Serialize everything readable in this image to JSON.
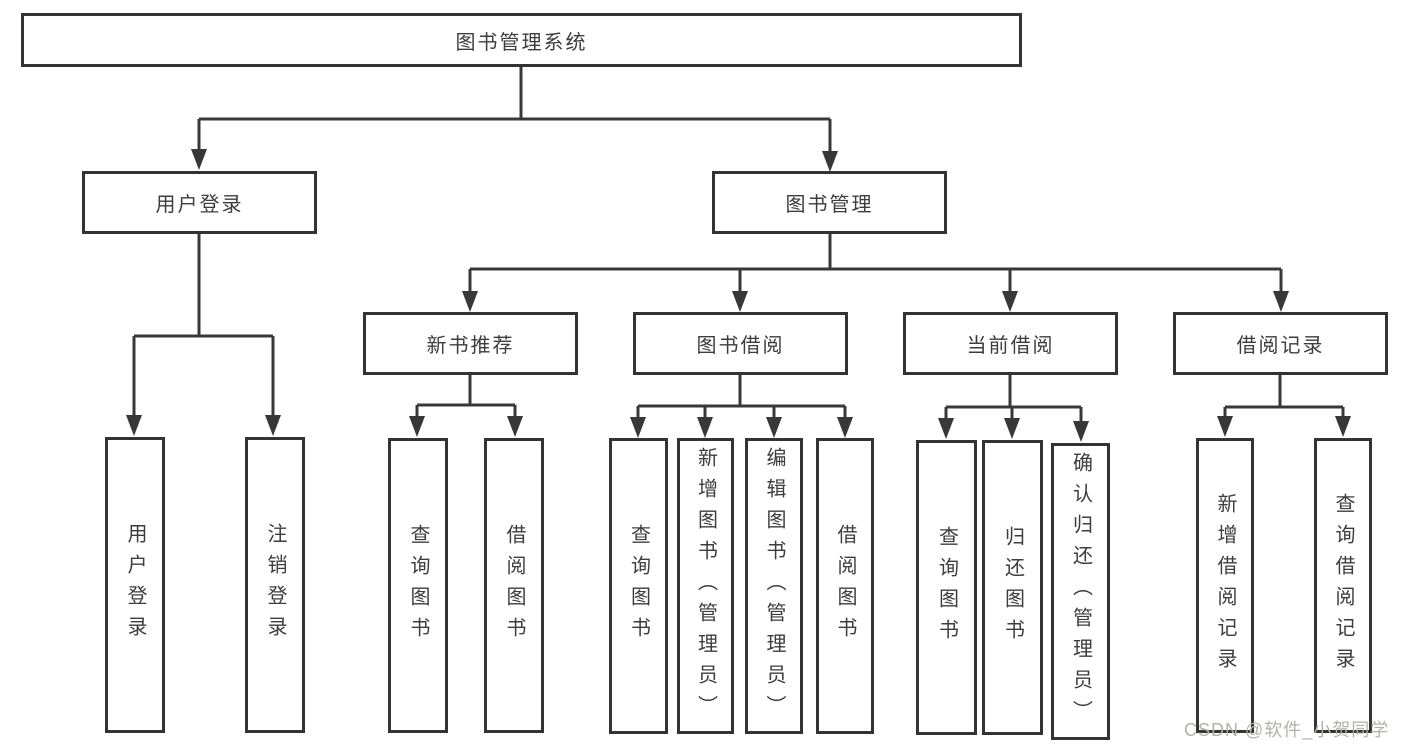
{
  "diagram": {
    "root": {
      "label": "图书管理系统"
    },
    "branches": [
      {
        "label": "用户登录",
        "children": [
          {
            "label": "用户登录"
          },
          {
            "label": "注销登录"
          }
        ]
      },
      {
        "label": "图书管理",
        "children": [
          {
            "label": "新书推荐",
            "children": [
              {
                "label": "查询图书"
              },
              {
                "label": "借阅图书"
              }
            ]
          },
          {
            "label": "图书借阅",
            "children": [
              {
                "label": "查询图书"
              },
              {
                "label": "新增图书（管理员）"
              },
              {
                "label": "编辑图书（管理员）"
              },
              {
                "label": "借阅图书"
              }
            ]
          },
          {
            "label": "当前借阅",
            "children": [
              {
                "label": "查询图书"
              },
              {
                "label": "归还图书"
              },
              {
                "label": "确认归还（管理员）"
              }
            ]
          },
          {
            "label": "借阅记录",
            "children": [
              {
                "label": "新增借阅记录"
              },
              {
                "label": "查询借阅记录"
              }
            ]
          }
        ]
      }
    ]
  },
  "watermark": {
    "text": "CSDN @软件_小贺同学"
  },
  "colors": {
    "line": "#383838",
    "box_border": "#333333",
    "text": "#3d3d3d",
    "background": "#ffffff",
    "watermark": "#b5b0ac"
  }
}
